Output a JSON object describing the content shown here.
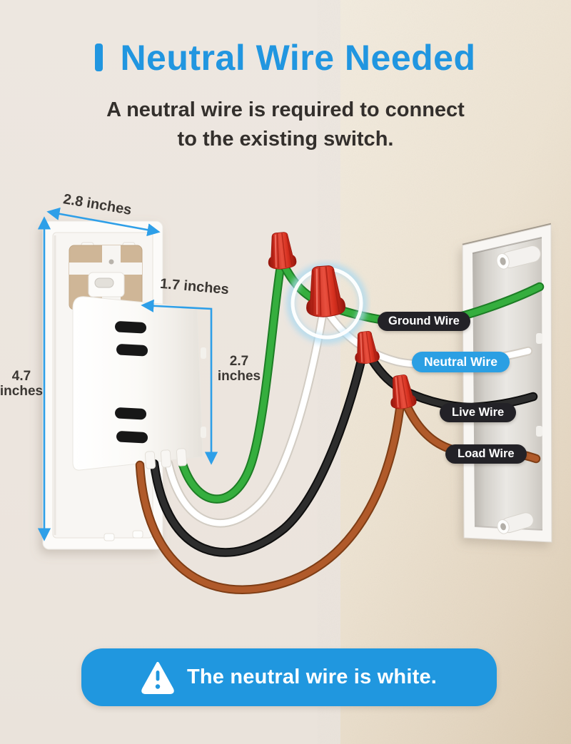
{
  "header": {
    "title": "Neutral Wire Needed",
    "subtitle_line1": "A neutral wire is required to connect",
    "subtitle_line2": "to the existing switch."
  },
  "measurements": {
    "plate_width": "2.8 inches",
    "device_width": "1.7 inches",
    "device_height": {
      "value": "2.7",
      "unit": "inches"
    },
    "plate_height": {
      "value": "4.7",
      "unit": "inches"
    }
  },
  "wire_labels": {
    "ground": "Ground Wire",
    "neutral": "Neutral Wire",
    "live": "Live Wire",
    "load": "Load Wire"
  },
  "banner": {
    "icon": "warning-triangle-icon",
    "text": "The neutral wire is white."
  },
  "colors": {
    "accent_blue": "#2196E0",
    "dimension_line_blue": "#2E9FE8",
    "label_pill_dark": "#232227",
    "label_pill_blue": "#2B9FE3",
    "banner_blue": "#2097DF",
    "wire_green": "#35AE3E",
    "wire_white": "#FFFFFF",
    "wire_black": "#232323",
    "wire_copper": "#B05A2A",
    "wire_nut_red": "#D4291B",
    "background_left": "#ECE5DE",
    "background_right": "#E6D9C6"
  }
}
